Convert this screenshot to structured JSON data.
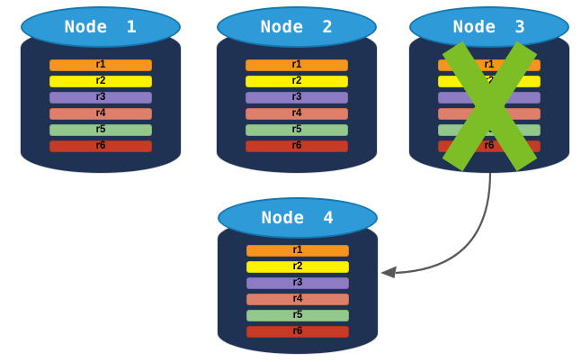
{
  "diagram": {
    "nodes": [
      {
        "id": "node-1",
        "title": "Node 1",
        "failed": false,
        "rows": [
          "r1",
          "r2",
          "r3",
          "r4",
          "r5",
          "r6"
        ]
      },
      {
        "id": "node-2",
        "title": "Node 2",
        "failed": false,
        "rows": [
          "r1",
          "r2",
          "r3",
          "r4",
          "r5",
          "r6"
        ]
      },
      {
        "id": "node-3",
        "title": "Node 3",
        "failed": true,
        "rows": [
          "r1",
          "r2",
          "r3",
          "r4",
          "r5",
          "r6"
        ]
      },
      {
        "id": "node-4",
        "title": "Node 4",
        "failed": false,
        "rows": [
          "r1",
          "r2",
          "r3",
          "r4",
          "r5",
          "r6"
        ]
      }
    ],
    "row_colors": {
      "r1": "#F7941D",
      "r2": "#FFF200",
      "r3": "#8D7CC3",
      "r4": "#DD7F6B",
      "r5": "#92C88C",
      "r6": "#C73A25"
    },
    "colors": {
      "background": "#FFFFFF",
      "cylinder_body": "#1F3254",
      "cylinder_top": "#2E9BD8",
      "cylinder_top_border": "#1577B0",
      "node_title_text": "#FFFFFF",
      "row_text": "#000000",
      "failure_x": "#7DBE27",
      "arrow": "#595959"
    },
    "arrow": {
      "from_node": "Node 3",
      "to_node": "Node 4"
    }
  }
}
